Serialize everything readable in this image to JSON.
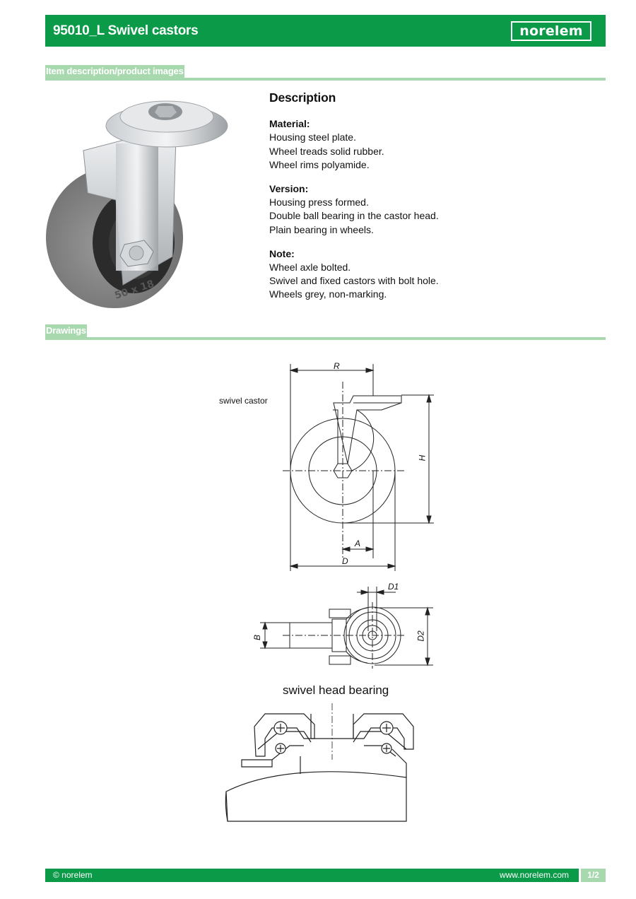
{
  "header": {
    "title": "95010_L Swivel castors",
    "logo": "norelem"
  },
  "sections": {
    "item_description": "Item description/product images",
    "drawings": "Drawings"
  },
  "description": {
    "heading": "Description",
    "groups": [
      {
        "title": "Material:",
        "lines": [
          "Housing steel plate.",
          "Wheel treads solid rubber.",
          "Wheel rims polyamide."
        ]
      },
      {
        "title": "Version:",
        "lines": [
          "Housing press formed.",
          "Double ball bearing in the castor head.",
          "Plain bearing in wheels."
        ]
      },
      {
        "title": "Note:",
        "lines": [
          "Wheel axle bolted.",
          "Swivel and fixed castors with bolt hole.",
          "Wheels grey, non-marking."
        ]
      }
    ]
  },
  "drawing": {
    "caption_swivel": "swivel castor",
    "caption_bearing": "swivel head bearing",
    "dims": {
      "R": "R",
      "H": "H",
      "A": "A",
      "D": "D",
      "D1": "D1",
      "D2": "D2",
      "B": "B"
    }
  },
  "product_image": {
    "tyre_marking": "50 x 18"
  },
  "footer": {
    "copyright": "© norelem",
    "url": "www.norelem.com",
    "page": "1/2"
  },
  "colors": {
    "brand_green": "#0a9a48",
    "light_green": "#a8d8ad"
  }
}
